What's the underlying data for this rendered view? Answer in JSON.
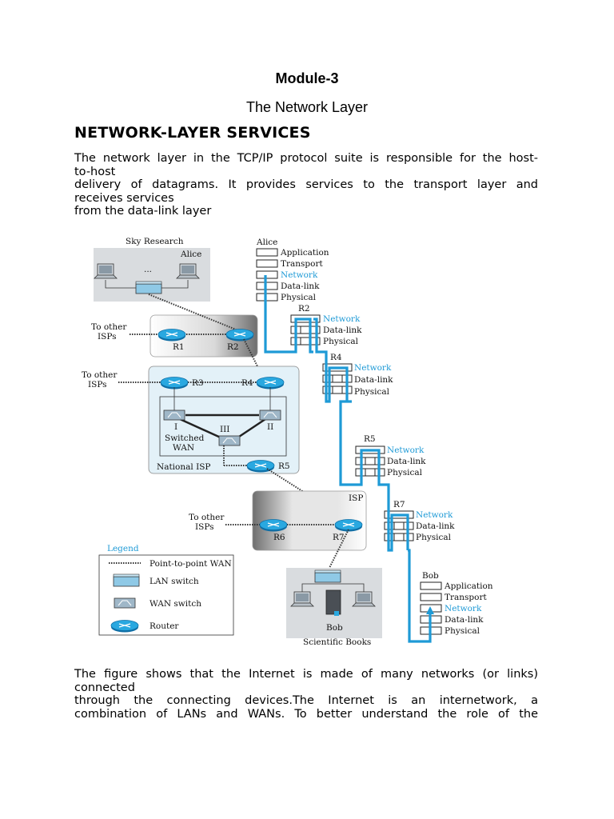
{
  "doc": {
    "module_title": "Module-3",
    "subtitle": "The Network Layer",
    "heading": "NETWORK-LAYER SERVICES",
    "para1": [
      "The network layer in the TCP/IP protocol suite is responsible for the host-",
      "to-host",
      "delivery of datagrams. It provides services to the transport layer and",
      "receives services",
      "from the data-link layer"
    ],
    "para2": [
      "The figure shows that the Internet is made of many networks (or links)",
      "connected",
      "through the connecting devices.The Internet is an internetwork, a",
      "combination of LANs and WANs. To better understand the role of the"
    ]
  },
  "figure": {
    "sky_research": "Sky Research",
    "alice": "Alice",
    "dots": "...",
    "to_other_isps": [
      "To other",
      "ISPs"
    ],
    "routers": {
      "r1": "R1",
      "r2": "R2",
      "r3": "R3",
      "r4": "R4",
      "r5": "R5",
      "r6": "R6",
      "r7": "R7"
    },
    "wan_labels": {
      "i": "I",
      "ii": "II",
      "iii": "III",
      "switched": "Switched",
      "wan": "WAN"
    },
    "national_isp": "National ISP",
    "isp": "ISP",
    "bob": "Bob",
    "scientific_books": "Scientific Books",
    "legend": {
      "title": "Legend",
      "items": [
        "Point-to-point WAN",
        "LAN switch",
        "WAN switch",
        "Router"
      ]
    },
    "stacks": {
      "alice": {
        "name": "Alice",
        "layers": [
          "Application",
          "Transport",
          "Network",
          "Data-link",
          "Physical"
        ]
      },
      "r2": {
        "name": "R2",
        "layers": [
          "Network",
          "Data-link",
          "Physical"
        ]
      },
      "r4": {
        "name": "R4",
        "layers": [
          "Network",
          "Data-link",
          "Physical"
        ]
      },
      "r5": {
        "name": "R5",
        "layers": [
          "Network",
          "Data-link",
          "Physical"
        ]
      },
      "r7": {
        "name": "R7",
        "layers": [
          "Network",
          "Data-link",
          "Physical"
        ]
      },
      "bob": {
        "name": "Bob",
        "layers": [
          "Application",
          "Transport",
          "Network",
          "Data-link",
          "Physical"
        ]
      }
    },
    "colors": {
      "path": "#1e9ad6",
      "router": "#1e9ad6",
      "panel": "#d9dcdf",
      "isp_box": "#e3f1f8"
    }
  }
}
